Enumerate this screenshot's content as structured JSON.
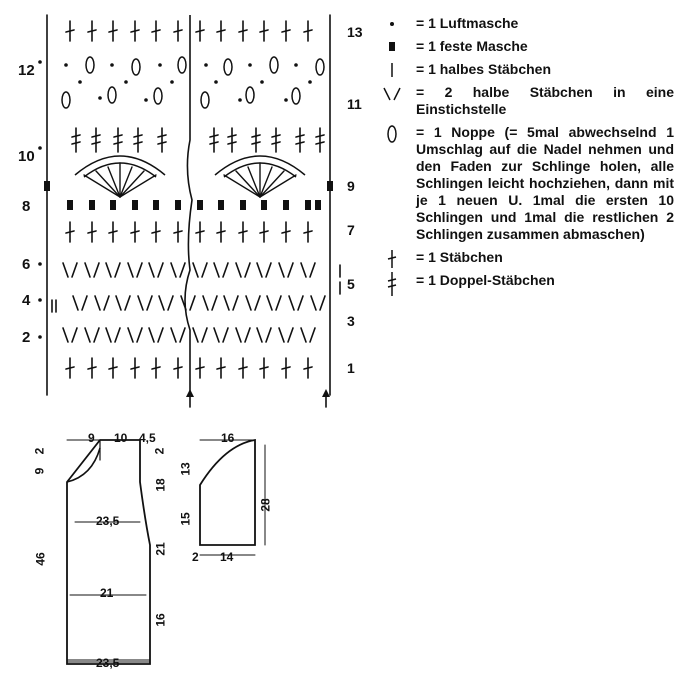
{
  "diagram": {
    "left_row_numbers": [
      "12",
      "10",
      "8",
      "6",
      "4",
      "2"
    ],
    "right_row_numbers": [
      "13",
      "11",
      "9",
      "7",
      "5",
      "3",
      "1"
    ]
  },
  "legend": [
    {
      "symbol": "chain-dot-icon",
      "text": "= 1 Luftmasche"
    },
    {
      "symbol": "single-crochet-icon",
      "text": "= 1 feste Masche"
    },
    {
      "symbol": "half-double-icon",
      "text": "= 1 halbes Stäbchen"
    },
    {
      "symbol": "two-half-double-icon",
      "text": "= 2 halbe Stäbchen in eine Einstichstelle"
    },
    {
      "symbol": "bobble-icon",
      "text": "= 1 Noppe (= 5mal abwechselnd 1 Umschlag auf die Nadel nehmen und den Faden zur Schlinge holen, alle Schlingen leicht hochziehen, dann mit je 1 neuen U. 1mal die ersten 10 Schlingen und 1mal die restlichen 2 Schlingen zusammen abmaschen)"
    },
    {
      "symbol": "double-crochet-icon",
      "text": "= 1 Stäbchen"
    },
    {
      "symbol": "treble-crochet-icon",
      "text": "= 1 Doppel-Stäbchen"
    }
  ],
  "schematic_body": {
    "top_left": "9",
    "top_mid": "10",
    "top_right": "4,5",
    "left_small": "2",
    "left_upper": "9",
    "left_total": "46",
    "right_small": "2",
    "right_upper": "18",
    "right_mid": "21",
    "right_lower": "16",
    "inner_upper": "23,5",
    "inner_lower": "21",
    "bottom": "23,5"
  },
  "schematic_sleeve": {
    "top": "16",
    "left_upper": "13",
    "left_lower": "15",
    "right": "28",
    "bottom_left": "2",
    "bottom": "14"
  }
}
